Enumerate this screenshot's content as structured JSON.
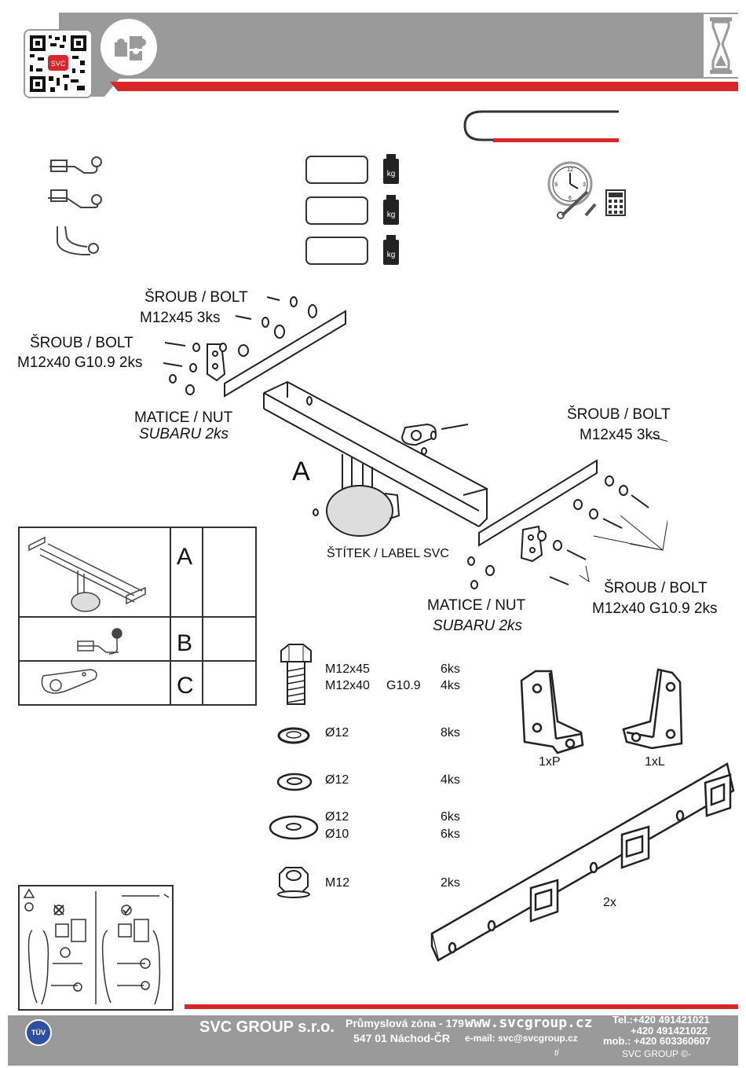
{
  "header": {
    "bg_color": "#9a9a9b",
    "accent_color": "#d9262b",
    "qr_label": "SVC",
    "icons": [
      "qr-code-icon",
      "puzzle-icon",
      "hourglass-icon"
    ]
  },
  "weights": {
    "icon": "kg",
    "rows": [
      "",
      "",
      ""
    ]
  },
  "labels": {
    "bolt1_title": "ŠROUB / BOLT",
    "bolt1_spec": "M12x45 3ks",
    "bolt2_title": "ŠROUB / BOLT",
    "bolt2_spec": "M12x40 G10.9 2ks",
    "nut1_title": "MATICE / NUT",
    "nut1_spec": "SUBARU 2ks",
    "bolt3_title": "ŠROUB / BOLT",
    "bolt3_spec": "M12x45 3ks",
    "part_a": "A",
    "label_svc": "ŠTÍTEK / LABEL SVC",
    "bolt4_title": "ŠROUB / BOLT",
    "bolt4_spec": "M12x40 G10.9 2ks",
    "nut2_title": "MATICE / NUT",
    "nut2_spec": "SUBARU 2ks"
  },
  "parts_table": [
    {
      "letter": "A"
    },
    {
      "letter": "B"
    },
    {
      "letter": "C"
    }
  ],
  "hardware": {
    "bolt": [
      {
        "size": "M12x45",
        "grade": "",
        "qty": "6ks"
      },
      {
        "size": "M12x40",
        "grade": "G10.9",
        "qty": "4ks"
      }
    ],
    "spring_washer": {
      "size": "Ø12",
      "qty": "8ks"
    },
    "washer": {
      "size": "Ø12",
      "qty": "4ks"
    },
    "large_washer": [
      {
        "size": "Ø12",
        "qty": "6ks"
      },
      {
        "size": "Ø10",
        "qty": "6ks"
      }
    ],
    "nut": {
      "size": "M12",
      "qty": "2ks"
    }
  },
  "brackets": {
    "right": "1xP",
    "left": "1xL"
  },
  "plate": {
    "qty": "2x"
  },
  "footer": {
    "company": "SVC GROUP s.r.o.",
    "address1": "Průmyslová zóna - 179",
    "address2": "547 01 Náchod-ČR",
    "web": "www.svcgroup.cz",
    "email": "e-mail: svc@svcgroup.cz",
    "tel1": "Tel.:+420 491421021",
    "tel2": "+420 491421022",
    "mob": "mob.: +420 603360607",
    "small": "ti",
    "copyright": "SVC GROUP ©-",
    "tuv": "TÜV"
  }
}
